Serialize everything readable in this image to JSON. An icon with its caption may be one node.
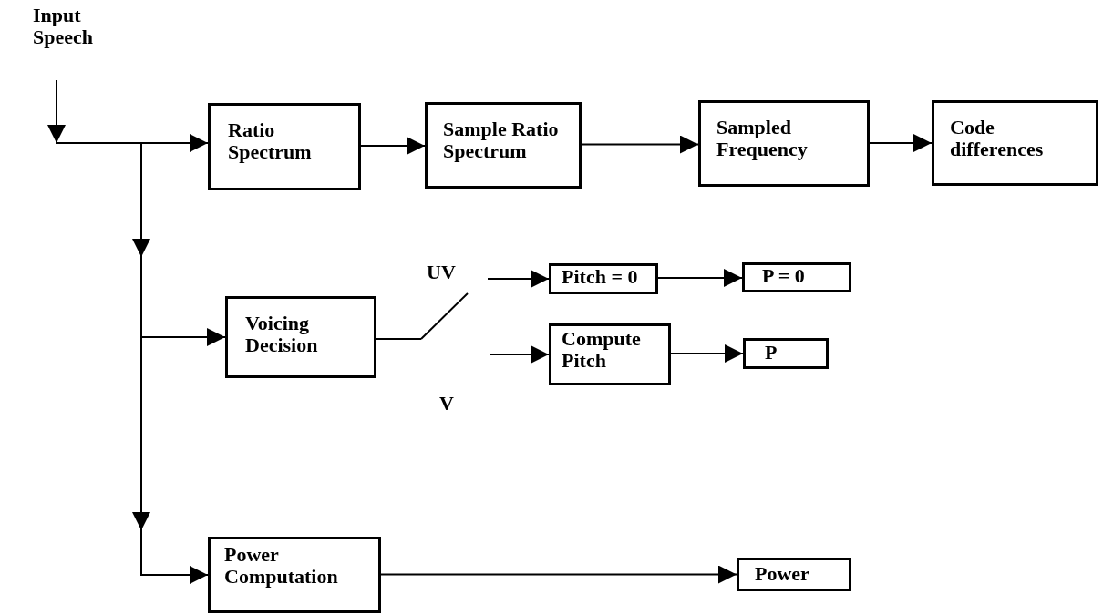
{
  "diagram": {
    "nodes": [
      {
        "text": [
          "Input Speech"
        ]
      },
      {
        "text": [
          "Ratio Spectrum"
        ]
      },
      {
        "text": [
          "Sample Ratio Spectrum"
        ]
      },
      {
        "text": [
          "Sampled Frequency"
        ]
      },
      {
        "text": [
          "Code differences"
        ]
      },
      {
        "text": [
          "Voicing Decision"
        ]
      },
      {
        "text": [
          "Pitch = 0"
        ]
      },
      {
        "text": [
          "P = 0"
        ]
      },
      {
        "text": [
          "Compute Pitch"
        ]
      },
      {
        "text": [
          "P"
        ]
      },
      {
        "text": [
          "Power Computation"
        ]
      },
      {
        "text": [
          "Power"
        ]
      },
      {
        "text": [],
        "shape": "switch"
      }
    ],
    "edges": [
      {
        "from": 0,
        "to": 1,
        "arrow": "to"
      },
      {
        "from": 0,
        "to": 5,
        "arrow": "to"
      },
      {
        "from": 0,
        "to": 10,
        "arrow": "to"
      },
      {
        "from": 1,
        "to": 2,
        "arrow": "to"
      },
      {
        "from": 2,
        "to": 3,
        "arrow": "to"
      },
      {
        "from": 3,
        "to": 4,
        "arrow": "to"
      },
      {
        "from": 5,
        "to": 12,
        "arrow": "none"
      },
      {
        "from": null,
        "to": 6,
        "arrow": "to"
      },
      {
        "from": 6,
        "to": 7,
        "arrow": "to"
      },
      {
        "from": null,
        "to": 8,
        "arrow": "to"
      },
      {
        "from": 8,
        "to": 9,
        "arrow": "to"
      },
      {
        "from": 10,
        "to": 11,
        "arrow": "to"
      }
    ],
    "labels": [
      "UV",
      "V"
    ]
  }
}
